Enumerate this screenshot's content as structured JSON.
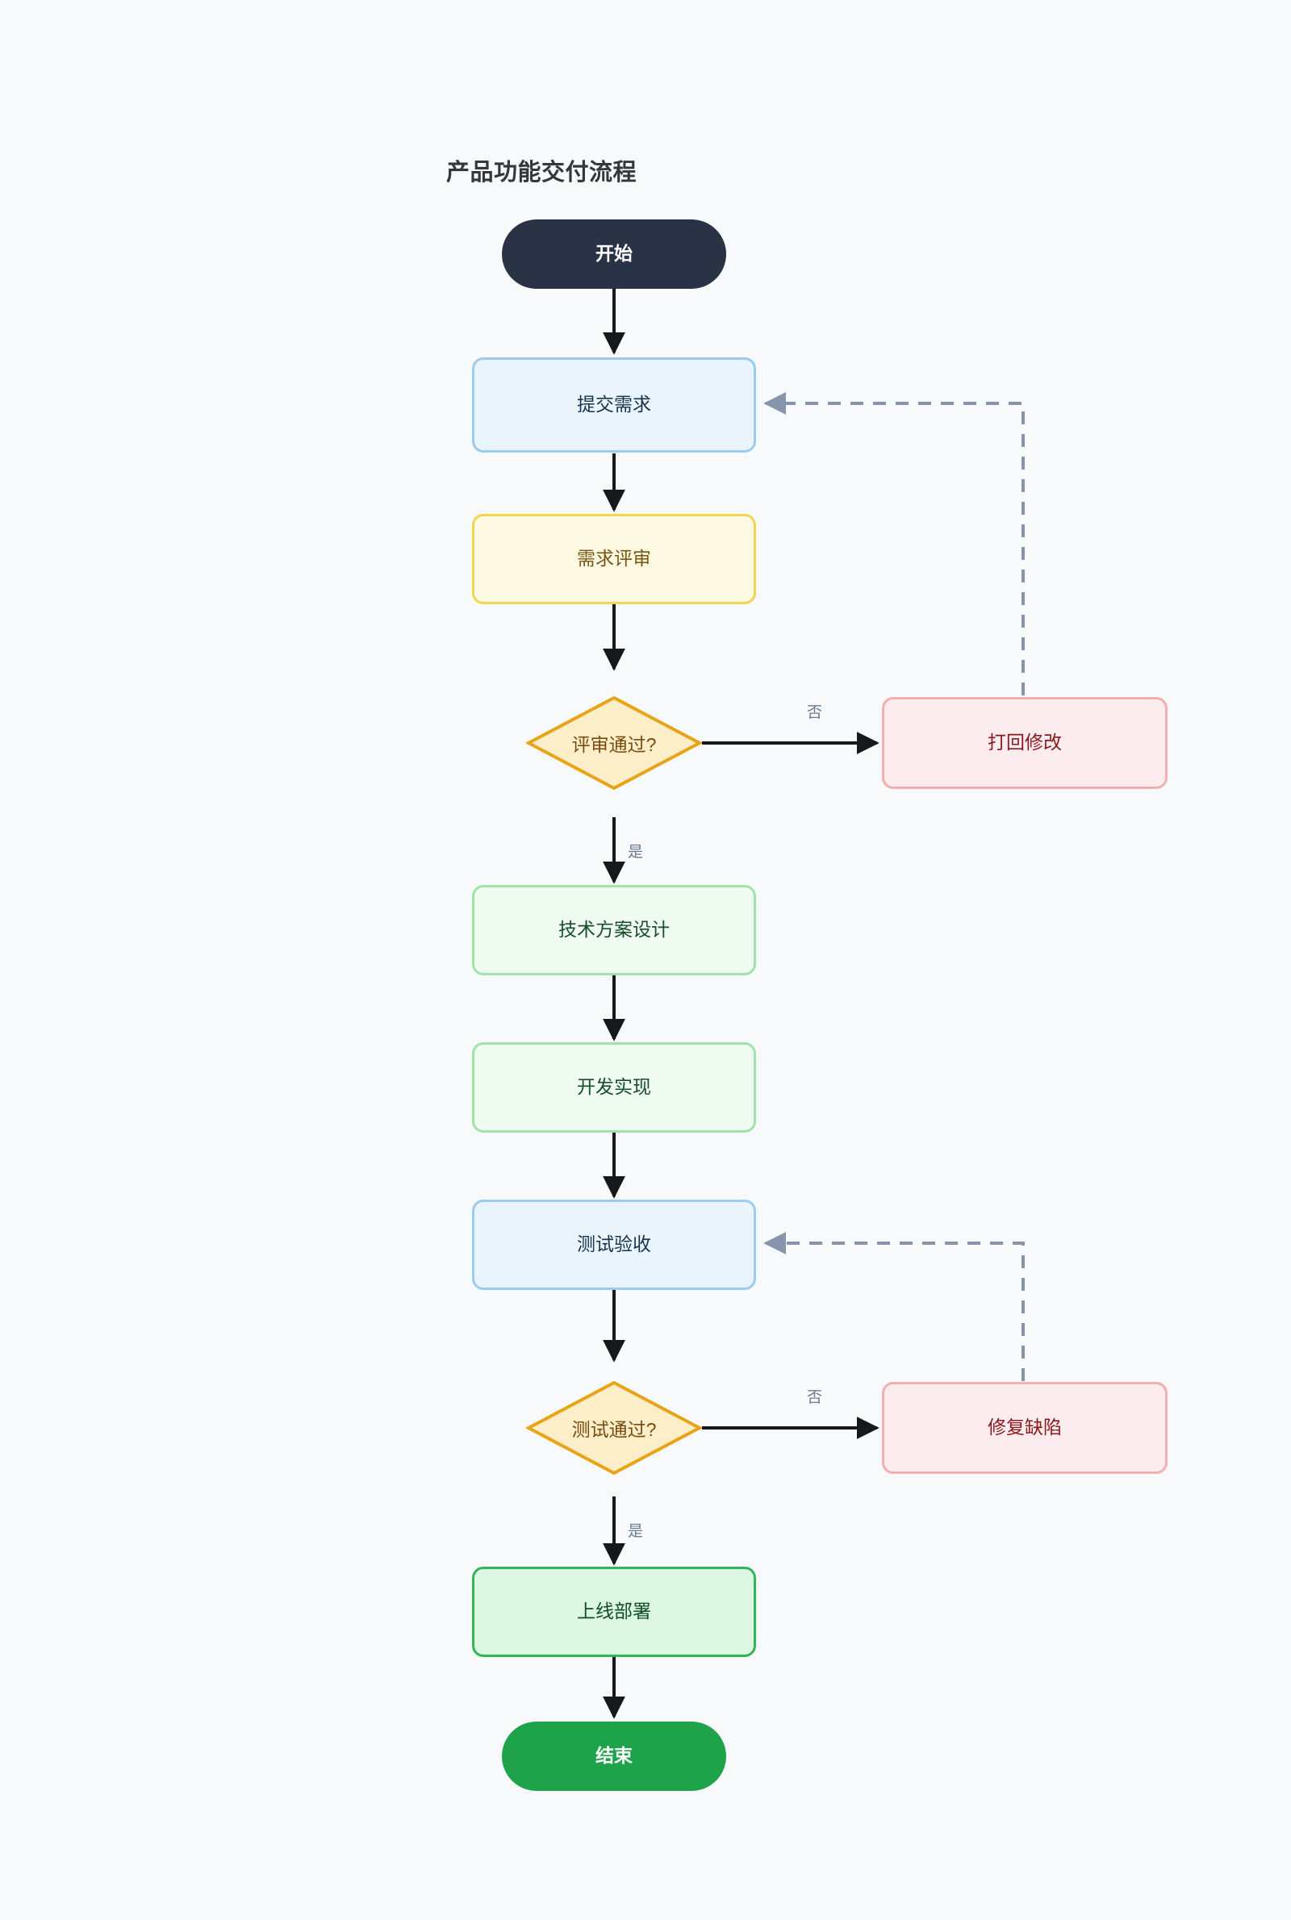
{
  "title": "产品功能交付流程",
  "background": "#f7f9fb",
  "chart_data": {
    "type": "flowchart",
    "title": "产品功能交付流程",
    "orientation": "top-to-bottom",
    "nodes": [
      {
        "id": "start",
        "label": "开始",
        "shape": "stadium",
        "fill": "#2a3245",
        "stroke": "#2a3245",
        "text_color": "#ffffff"
      },
      {
        "id": "submit",
        "label": "提交需求",
        "shape": "rounded-rect",
        "fill": "#eaf4fd",
        "stroke": "#9ccbf0",
        "text_color": "#17334d"
      },
      {
        "id": "review",
        "label": "需求评审",
        "shape": "rounded-rect",
        "fill": "#fdf9e3",
        "stroke": "#f2d64e",
        "text_color": "#7a5610"
      },
      {
        "id": "reviewOk",
        "label": "评审通过?",
        "shape": "diamond",
        "fill": "#fbeec8",
        "stroke": "#e8a317",
        "text_color": "#7a4a10"
      },
      {
        "id": "reject",
        "label": "打回修改",
        "shape": "rounded-rect",
        "fill": "#fdeced",
        "stroke": "#f3aeae",
        "text_color": "#8b1a1f"
      },
      {
        "id": "design",
        "label": "技术方案设计",
        "shape": "rounded-rect",
        "fill": "#f0fbf2",
        "stroke": "#9fe3ab",
        "text_color": "#16502a"
      },
      {
        "id": "develop",
        "label": "开发实现",
        "shape": "rounded-rect",
        "fill": "#f0fbf2",
        "stroke": "#9fe3ab",
        "text_color": "#16502a"
      },
      {
        "id": "test",
        "label": "测试验收",
        "shape": "rounded-rect",
        "fill": "#eaf4fd",
        "stroke": "#9ccbf0",
        "text_color": "#17334d"
      },
      {
        "id": "testOk",
        "label": "测试通过?",
        "shape": "diamond",
        "fill": "#fbeec8",
        "stroke": "#e8a317",
        "text_color": "#7a4a10"
      },
      {
        "id": "fix",
        "label": "修复缺陷",
        "shape": "rounded-rect",
        "fill": "#fdeced",
        "stroke": "#f3aeae",
        "text_color": "#8b1a1f"
      },
      {
        "id": "deploy",
        "label": "上线部署",
        "shape": "rounded-rect",
        "fill": "#ddf6e2",
        "stroke": "#30b659",
        "text_color": "#0f4d26"
      },
      {
        "id": "end",
        "label": "结束",
        "shape": "stadium",
        "fill": "#1ea34a",
        "stroke": "#1ea34a",
        "text_color": "#ffffff"
      }
    ],
    "edges": [
      {
        "from": "start",
        "to": "submit",
        "label": "",
        "style": "solid",
        "color": "#16181c"
      },
      {
        "from": "submit",
        "to": "review",
        "label": "",
        "style": "solid",
        "color": "#16181c"
      },
      {
        "from": "review",
        "to": "reviewOk",
        "label": "",
        "style": "solid",
        "color": "#16181c"
      },
      {
        "from": "reviewOk",
        "to": "reject",
        "label": "否",
        "style": "solid",
        "color": "#16181c"
      },
      {
        "from": "reject",
        "to": "submit",
        "label": "",
        "style": "dashed",
        "color": "#8695ab"
      },
      {
        "from": "reviewOk",
        "to": "design",
        "label": "是",
        "style": "solid",
        "color": "#16181c"
      },
      {
        "from": "design",
        "to": "develop",
        "label": "",
        "style": "solid",
        "color": "#16181c"
      },
      {
        "from": "develop",
        "to": "test",
        "label": "",
        "style": "solid",
        "color": "#16181c"
      },
      {
        "from": "test",
        "to": "testOk",
        "label": "",
        "style": "solid",
        "color": "#16181c"
      },
      {
        "from": "testOk",
        "to": "fix",
        "label": "否",
        "style": "solid",
        "color": "#16181c"
      },
      {
        "from": "fix",
        "to": "test",
        "label": "",
        "style": "dashed",
        "color": "#8695ab"
      },
      {
        "from": "testOk",
        "to": "deploy",
        "label": "是",
        "style": "solid",
        "color": "#16181c"
      },
      {
        "from": "deploy",
        "to": "end",
        "label": "",
        "style": "solid",
        "color": "#16181c"
      }
    ],
    "edge_labels": {
      "review_no": "否",
      "review_yes": "是",
      "test_no": "否",
      "test_yes": "是"
    }
  }
}
